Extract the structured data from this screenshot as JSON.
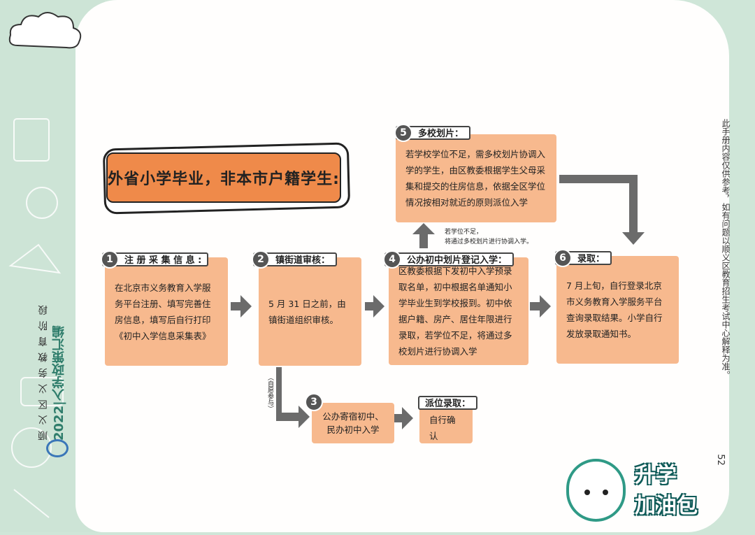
{
  "page_title": "外省小学毕业，非本市户籍学生:",
  "sidebar": {
    "series": "顺 义 区 义 务 教 育 阶 段",
    "year": "2022",
    "divider": "|",
    "book": "入学政策汇编"
  },
  "steps": [
    {
      "num": "1",
      "tag": "注 册 采 集 信 息 :",
      "text": "在北京市义务教育入学服务平台注册、填写完善住房信息，填写后自行打印《初中入学信息采集表》"
    },
    {
      "num": "2",
      "tag": "镇街道审核：",
      "text": "5 月 31 日之前，由镇街道组织审核。"
    },
    {
      "num": "3",
      "tag": "",
      "text": "公办寄宿初中、民办初中入学"
    },
    {
      "num": "4",
      "tag": "公办初中划片登记入学：",
      "text": "区教委根据下发初中入学预录取名单，初中根据名单通知小学毕业生到学校报到。初中依据户籍、房产、居住年限进行录取，若学位不足，将通过多校划片进行协调入学"
    },
    {
      "num": "5",
      "tag": "多校划片：",
      "text": "若学校学位不足，需多校划片协调入学的学生，由区教委根据学生父母采集和提交的住房信息，依据全区学位情况按相对就近的原则派位入学"
    },
    {
      "num": "6",
      "tag": "录取：",
      "text": "7 月上旬，自行登录北京市义务教育入学服务平台查询录取结果。小学自行发放录取通知书。"
    }
  ],
  "dispatch": {
    "tag": "派位录取：",
    "text": "自行确认"
  },
  "notes": {
    "arrow_up_line1": "若学位不足，",
    "arrow_up_line2": "将通过多校划片进行协调入学。",
    "voluntary": "（自愿参与）"
  },
  "right_note": "此手册内容仅供参考，如有问题以顺义区教育招生考试中心解释为准。",
  "page_number": "52",
  "badge": {
    "line1": "升学",
    "line2": "加油包"
  },
  "colors": {
    "box": "#f7b98e",
    "title": "#ef8a4a",
    "arrow": "#6b6b6b",
    "accent_green": "#2f7d6b"
  }
}
